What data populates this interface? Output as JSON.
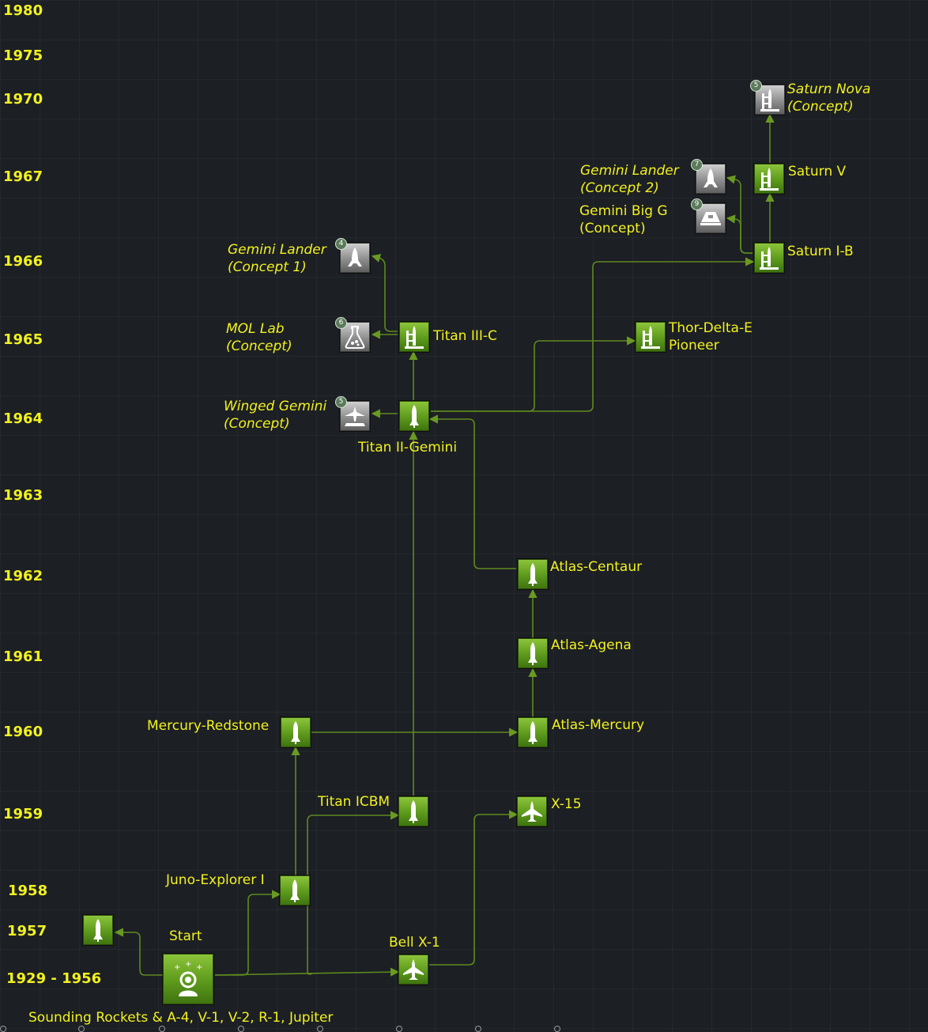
{
  "timeline": {
    "years": [
      "1980",
      "1975",
      "1970",
      "1967",
      "1966",
      "1965",
      "1964",
      "1963",
      "1962",
      "1961",
      "1960",
      "1959",
      "1958",
      "1957",
      "1929 - 1956"
    ]
  },
  "nodes": {
    "start": {
      "label": "Start",
      "icon": "astronaut-icon"
    },
    "sounding": {
      "label": "Sounding Rockets & A-4,  V-1, V-2, R-1, Jupiter",
      "icon": "rocket-icon"
    },
    "bell_x1": {
      "label": "Bell X-1",
      "icon": "rocketplane-icon"
    },
    "juno": {
      "label": "Juno-Explorer I",
      "icon": "rocket-icon"
    },
    "titan_icbm": {
      "label": "Titan ICBM",
      "icon": "rocket-icon"
    },
    "x15": {
      "label": "X-15",
      "icon": "rocketplane-icon"
    },
    "mercury_redstone": {
      "label": "Mercury-Redstone",
      "icon": "rocket-icon"
    },
    "atlas_mercury": {
      "label": "Atlas-Mercury",
      "icon": "rocket-icon"
    },
    "atlas_agena": {
      "label": "Atlas-Agena",
      "icon": "rocket-icon"
    },
    "atlas_centaur": {
      "label": "Atlas-Centaur",
      "icon": "rocket-icon"
    },
    "titan_gemini": {
      "label": "Titan II-Gemini",
      "icon": "rocket-icon"
    },
    "winged_gemini": {
      "label_line1": "Winged Gemini",
      "label_line2": "(Concept)",
      "badge": "5",
      "icon": "winged-craft-icon"
    },
    "titan_iiic": {
      "label": "Titan III-C",
      "icon": "launch-tower-icon"
    },
    "mol_lab": {
      "label_line1": "MOL Lab",
      "label_line2": "(Concept)",
      "badge": "6",
      "icon": "flask-icon"
    },
    "gemini_lander1": {
      "label_line1": "Gemini Lander",
      "label_line2": "(Concept 1)",
      "badge": "4",
      "icon": "lander-icon"
    },
    "thor_delta": {
      "label_line1": "Thor-Delta-E",
      "label_line2": "Pioneer",
      "icon": "launch-tower-icon"
    },
    "saturn_ib": {
      "label": "Saturn I-B",
      "icon": "launch-tower-icon"
    },
    "gemini_big_g": {
      "label_line1": "Gemini Big G",
      "label_line2": "(Concept)",
      "badge": "9",
      "icon": "capsule-icon"
    },
    "gemini_lander2": {
      "label_line1": "Gemini Lander",
      "label_line2": "(Concept 2)",
      "badge": "7",
      "icon": "lander-icon"
    },
    "saturn_v": {
      "label": "Saturn V",
      "icon": "launch-tower-icon"
    },
    "saturn_nova": {
      "label_line1": "Saturn Nova",
      "label_line2": "(Concept)",
      "badge": "5",
      "icon": "launch-tower-icon"
    }
  },
  "colors": {
    "background": "#1c1f24",
    "label": "#f2f21e",
    "connector": "#5e8a1e",
    "node_green": "#5d9a1c",
    "node_grey": "#8e8e8e"
  }
}
